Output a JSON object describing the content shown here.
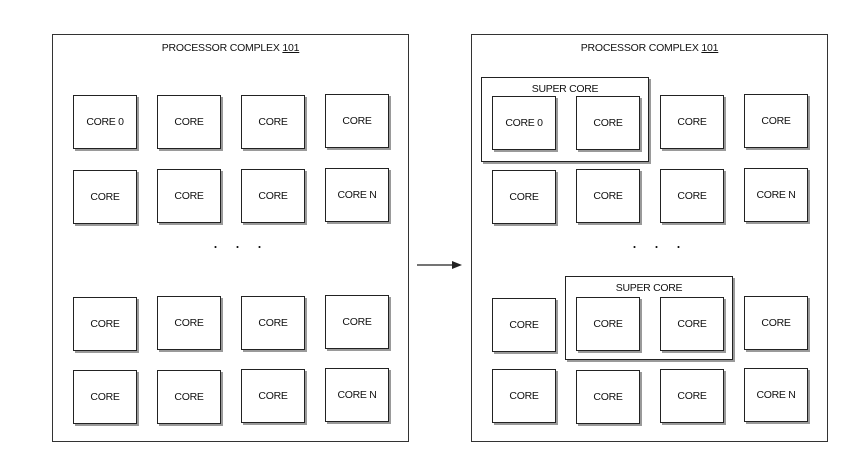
{
  "left": {
    "title": "PROCESSOR COMPLEX",
    "ref": "101",
    "rows": [
      [
        "CORE 0",
        "CORE",
        "CORE",
        "CORE"
      ],
      [
        "CORE",
        "CORE",
        "CORE",
        "CORE N"
      ],
      [
        "CORE",
        "CORE",
        "CORE",
        "CORE"
      ],
      [
        "CORE",
        "CORE",
        "CORE",
        "CORE N"
      ]
    ],
    "ellipsis": ". . ."
  },
  "right": {
    "title": "PROCESSOR COMPLEX",
    "ref": "101",
    "super_core_label": "SUPER CORE",
    "rows": [
      [
        "CORE 0",
        "CORE",
        "CORE",
        "CORE"
      ],
      [
        "CORE",
        "CORE",
        "CORE",
        "CORE N"
      ],
      [
        "CORE",
        "CORE",
        "CORE",
        "CORE"
      ],
      [
        "CORE",
        "CORE",
        "CORE",
        "CORE N"
      ]
    ],
    "ellipsis": ". . ."
  },
  "colors": {
    "line": "#222222",
    "shadow": "#9a9a9a",
    "background": "#ffffff"
  },
  "icons": {
    "transition": "right-arrow-icon"
  }
}
